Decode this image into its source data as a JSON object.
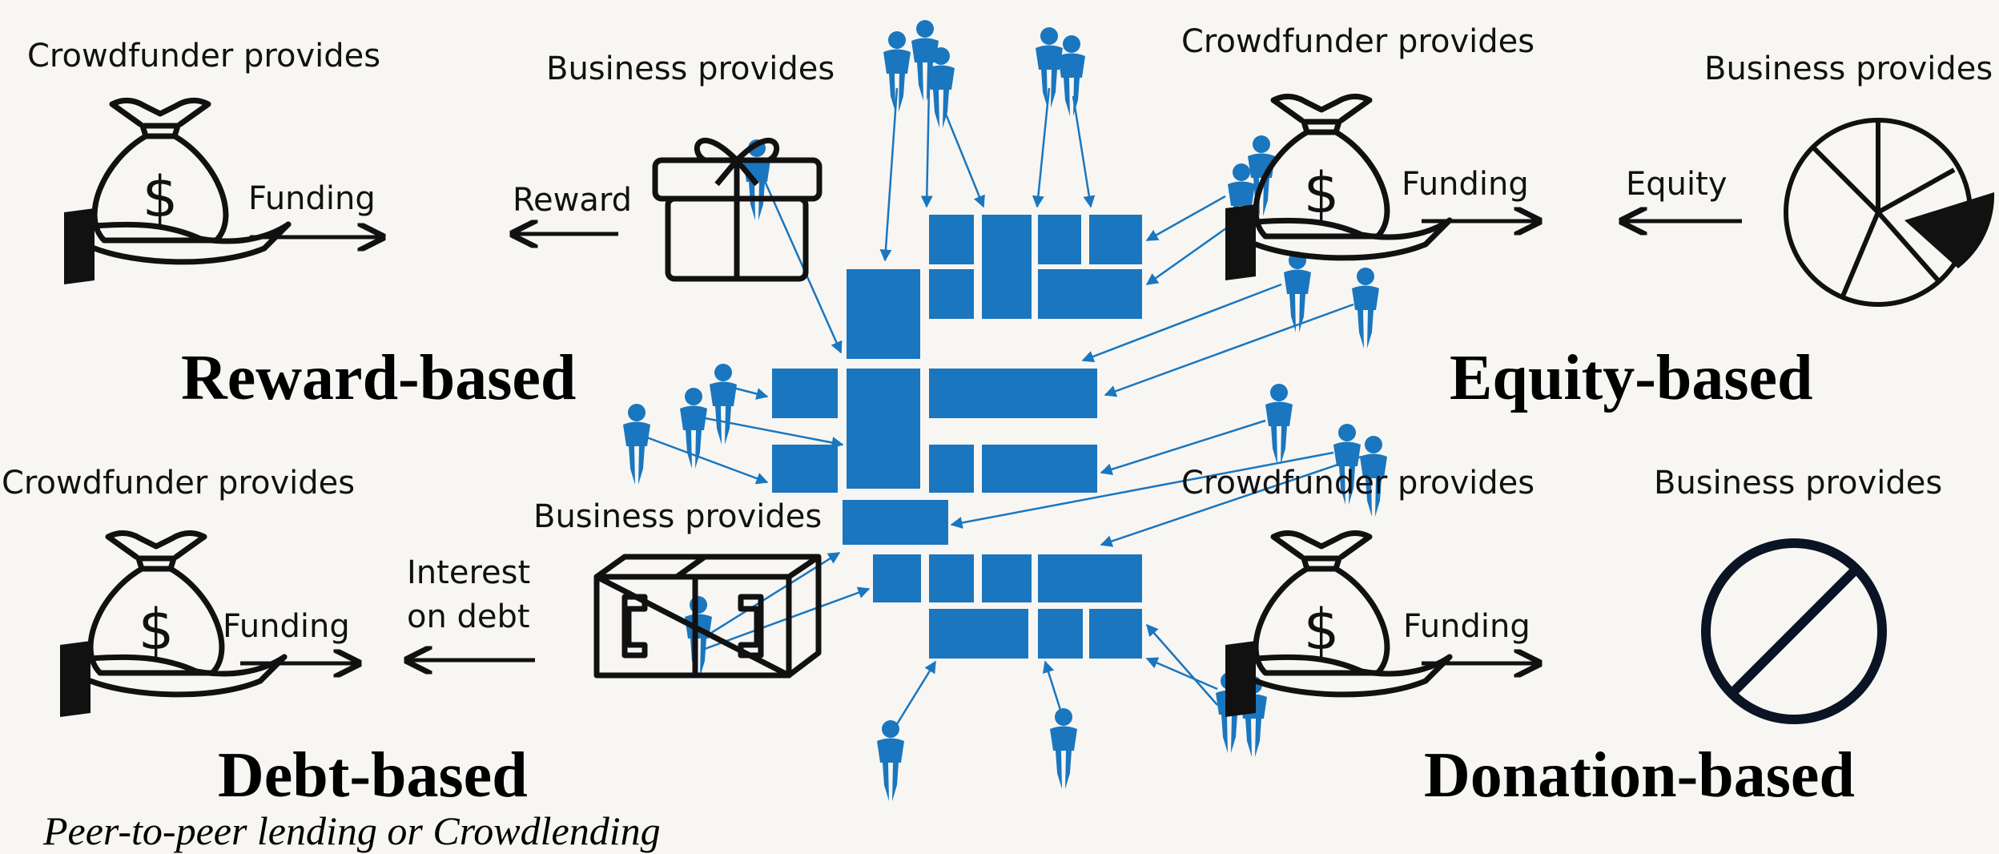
{
  "colors": {
    "background": "#f7f6f3",
    "brick": "#1a76be",
    "ink": "#111111"
  },
  "quadrants": {
    "reward": {
      "title": "Reward-based",
      "crowdfunder_label": "Crowdfunder provides",
      "business_label": "Business provides",
      "flow_in": "Funding",
      "flow_out": "Reward",
      "crowdfunder_icon": "money-bag-hand-icon",
      "business_icon": "gift-box-icon"
    },
    "equity": {
      "title": "Equity-based",
      "crowdfunder_label": "Crowdfunder provides",
      "business_label": "Business provides",
      "flow_in": "Funding",
      "flow_out": "Equity",
      "crowdfunder_icon": "money-bag-hand-icon",
      "business_icon": "pie-chart-icon"
    },
    "debt": {
      "title": "Debt-based",
      "subtitle": "Peer-to-peer lending or Crowdlending",
      "crowdfunder_label": "Crowdfunder provides",
      "business_label": "Business provides",
      "flow_in": "Funding",
      "flow_out_line1": "Interest",
      "flow_out_line2": "on debt",
      "crowdfunder_icon": "money-bag-hand-icon",
      "business_icon": "cash-stack-icon"
    },
    "donation": {
      "title": "Donation-based",
      "crowdfunder_label": "Crowdfunder provides",
      "business_label": "Business provides",
      "flow_in": "Funding",
      "crowdfunder_icon": "money-bag-hand-icon",
      "business_icon": "prohibited-icon"
    }
  },
  "center_icon": "crowd-building-euro-icon"
}
